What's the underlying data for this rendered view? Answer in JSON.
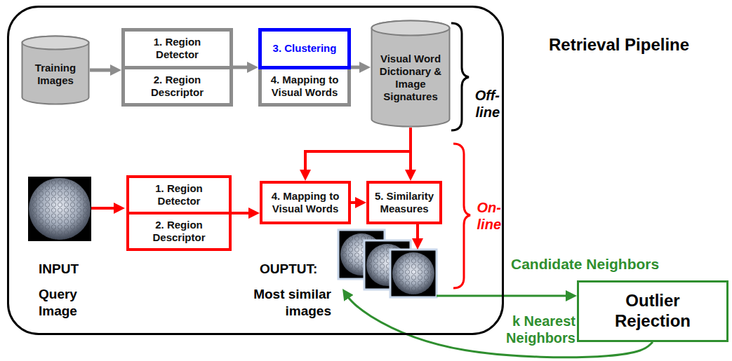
{
  "diagram": {
    "title": "Retrieval Pipeline",
    "nodes": [
      {
        "text": [
          "INPUT",
          "Query Image",
          "OUPTUT:",
          "Most similar images"
        ]
      },
      {
        "text": [
          "Training Images"
        ],
        "in": 0
      },
      {
        "text": [
          "1. Region Detector",
          "2. Region Descriptor"
        ],
        "in": 0
      },
      {
        "text": [
          "3. Clustering",
          "4. Mapping to Visual Words"
        ],
        "in": 0
      },
      {
        "text": [
          "Visual Word Dictionary & Image Signatures"
        ],
        "in": 0
      },
      {
        "text": [
          "1. Region Detector",
          "2. Region Descriptor"
        ],
        "in": 0
      },
      {
        "text": [
          "4. Mapping to Visual Words"
        ],
        "in": 0
      },
      {
        "text": [
          "5. Similarity Measures"
        ],
        "in": 0
      },
      {
        "text": [
          "Outlier Rejection"
        ]
      }
    ],
    "edges": [
      {
        "from": 1,
        "to": 2,
        "arrow": "to"
      },
      {
        "from": 2,
        "to": 3,
        "arrow": "to"
      },
      {
        "from": 3,
        "to": 4,
        "arrow": "to"
      },
      {
        "from": 4,
        "to": 6,
        "arrow": "to"
      },
      {
        "from": 4,
        "to": 7,
        "arrow": "to"
      },
      {
        "from": 5,
        "to": 6,
        "arrow": "to"
      },
      {
        "from": 6,
        "to": 7,
        "arrow": "to"
      },
      {
        "from": 0,
        "to": 8,
        "label": "Candidate Neighbors",
        "arrow": "to"
      },
      {
        "from": 8,
        "to": 0,
        "label": "k Nearest Neighbors",
        "arrow": "to"
      }
    ],
    "labels": [
      "Off-line",
      "On-line"
    ]
  }
}
